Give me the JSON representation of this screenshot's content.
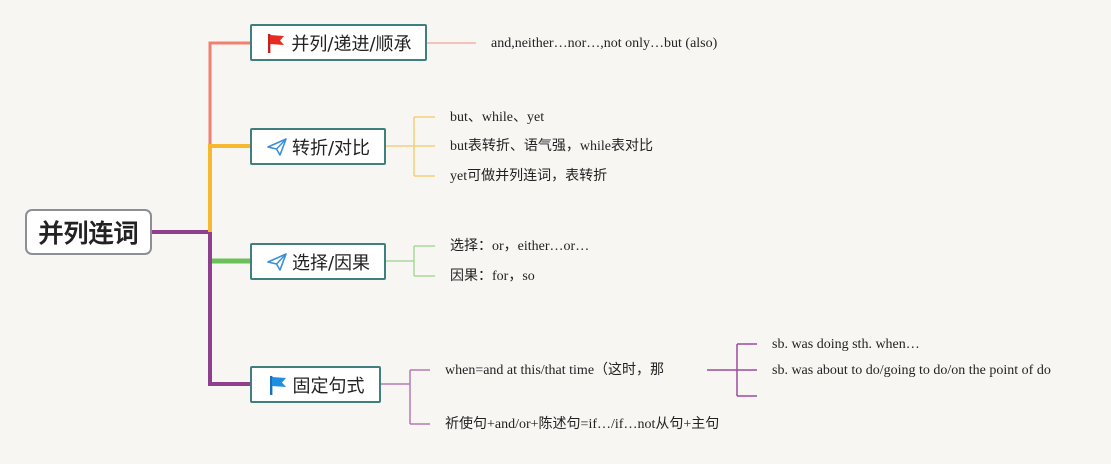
{
  "root": {
    "label": "并列连词"
  },
  "branches": [
    {
      "label": "并列/递进/顺承",
      "icon": "red-flag-icon",
      "color": "#f08070",
      "items": [
        "and,neither…nor…,not only…but (also)"
      ]
    },
    {
      "label": "转折/对比",
      "icon": "paper-plane-icon",
      "color": "#f5b82e",
      "items": [
        "but、while、yet",
        "but表转折、语气强，while表对比",
        "yet可做并列连词，表转折"
      ]
    },
    {
      "label": "选择/因果",
      "icon": "paper-plane-icon",
      "color": "#6cc05a",
      "items": [
        "选择：or，either…or…",
        "因果：for，so"
      ]
    },
    {
      "label": "固定句式",
      "icon": "blue-flag-icon",
      "color": "#8e3f8e",
      "items": [
        "when=and at this/that time（这时，那",
        "祈使句+and/or+陈述句=if…/if…not从句+主句"
      ],
      "subitems": [
        "sb. was doing sth. when…",
        "sb. was about to do/going to do/on the point of do"
      ]
    }
  ]
}
